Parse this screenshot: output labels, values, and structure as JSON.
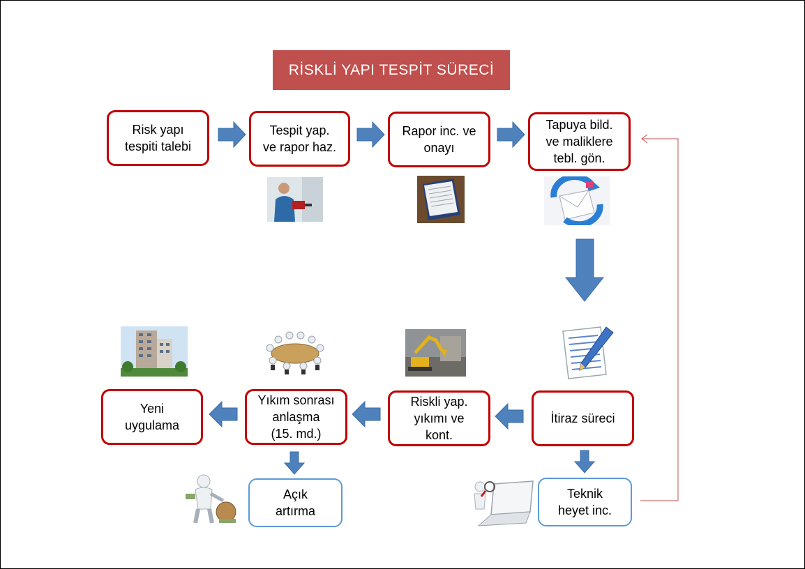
{
  "title": "RİSKLİ YAPI TESPİT SÜRECİ",
  "steps": {
    "s1": "Risk yapı\ntespiti talebi",
    "s2": "Tespit yap.\nve rapor haz.",
    "s3": "Rapor inc. ve\nonayı",
    "s4": "Tapuya bild.\nve maliklere\ntebl. gön.",
    "s5": "İtiraz süreci",
    "s6": "Riskli yap.\nyıkımı ve\nkont.",
    "s7": "Yıkım sonrası\nanlaşma\n(15. md.)",
    "s8": "Yeni\nuygulama",
    "s9": "Açık\nartırma",
    "s10": "Teknik\nheyet inc."
  },
  "colors": {
    "title_bg": "#c0504d",
    "box_border_red": "#c00000",
    "box_border_blue": "#5b9bd5",
    "arrow_fill": "#4f81bd",
    "feedback_line": "#c0504d"
  },
  "icons": {
    "worker": "worker-drilling-icon",
    "report": "report-document-icon",
    "mail": "mail-sync-icon",
    "pen": "notepad-pen-icon",
    "excavator": "excavator-demolition-icon",
    "meeting": "meeting-table-icon",
    "building": "apartment-building-icon",
    "money": "person-money-bag-icon",
    "laptop": "person-magnifier-laptop-icon"
  }
}
